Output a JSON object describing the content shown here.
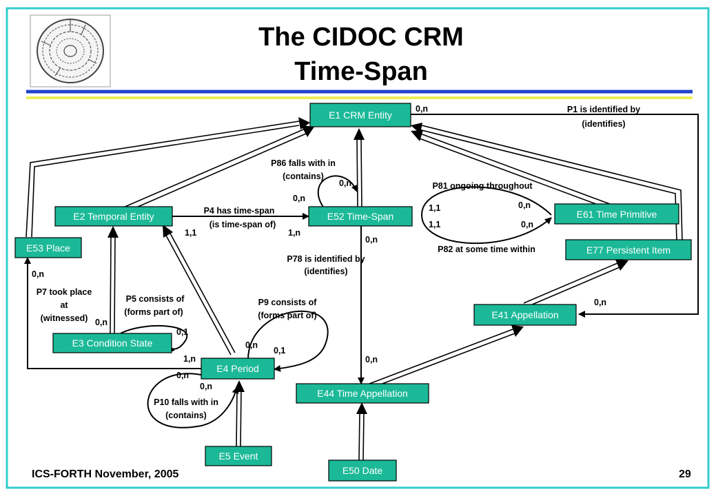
{
  "slide": {
    "title_line1": "The CIDOC CRM",
    "title_line2": "Time-Span",
    "footer_left": "ICS-FORTH November, 2005",
    "page_number": "29",
    "logo": "phaistos-disc-icon",
    "colors": {
      "frame": "#33cccc",
      "rule_blue": "#2244cc",
      "rule_yellow": "#eeee55",
      "entity": "#1bb998"
    }
  },
  "entities": {
    "e1": "E1 CRM Entity",
    "e2": "E2 Temporal Entity",
    "e52": "E52 Time-Span",
    "e61": "E61 Time Primitive",
    "e53": "E53 Place",
    "e77": "E77 Persistent Item",
    "e41": "E41 Appellation",
    "e3": "E3 Condition State",
    "e4": "E4 Period",
    "e44": "E44 Time Appellation",
    "e5": "E5 Event",
    "e50": "E50 Date"
  },
  "properties": {
    "p1_l1": "P1 is identified by",
    "p1_l2": "(identifies)",
    "p86_l1": "P86 falls with in",
    "p86_l2": "(contains)",
    "p81": "P81 ongoing throughout",
    "p4_l1": "P4 has time-span",
    "p4_l2": "(is time-span of)",
    "p82": "P82 at some time within",
    "p78_l1": "P78 is identified by",
    "p78_l2": "(identifies)",
    "p7_l1": "P7 took place",
    "p7_l2": "at",
    "p7_l3": "(witnessed)",
    "p5_l1": "P5 consists of",
    "p5_l2": "(forms part of)",
    "p9_l1": "P9 consists of",
    "p9_l2": "(forms part of)",
    "p10_l1": "P10 falls with in",
    "p10_l2": "(contains)"
  },
  "cardinalities": {
    "p1_e1": "0,n",
    "p86_top": "0,n",
    "p86_left": "0,n",
    "p81_left": "1,1",
    "p81_right": "0,n",
    "p82_left": "1,1",
    "p82_right": "0,n",
    "p4_left": "1,1",
    "p4_right": "1,n",
    "p78_top": "0,n",
    "p78_bottom": "0,n",
    "p7_place": "0,n",
    "p7_left": "0,n",
    "p5_e3": "0,1",
    "p5_e4": "1,n",
    "p9_left": "0,n",
    "p9_right": "0,1",
    "p10_left": "0,n",
    "p10_right": "0,n",
    "p1_e41": "0,n"
  }
}
